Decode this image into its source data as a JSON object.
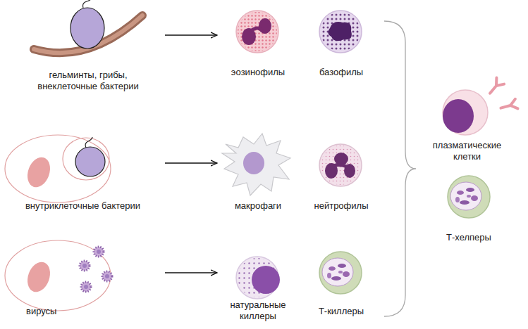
{
  "diagram": {
    "nodes": [
      {
        "text": [
          "гельминты, грибы, внеклеточные бактерии"
        ]
      },
      {
        "text": [
          "эозинофилы"
        ]
      },
      {
        "text": [
          "базофилы"
        ]
      },
      {
        "text": [
          "плазматические клетки"
        ]
      },
      {
        "text": [
          "внутриклеточные бактерии"
        ]
      },
      {
        "text": [
          "макрофаги"
        ]
      },
      {
        "text": [
          "нейтрофилы"
        ]
      },
      {
        "text": [
          "Т-хелперы"
        ]
      },
      {
        "text": [
          "вирусы"
        ]
      },
      {
        "text": [
          "натуральные киллеры"
        ]
      },
      {
        "text": [
          "Т-киллеры"
        ]
      }
    ],
    "edges": [
      {
        "from": 0,
        "to": 1,
        "arrow": "to"
      },
      {
        "from": 4,
        "to": 5,
        "arrow": "to"
      },
      {
        "from": 8,
        "to": 9,
        "arrow": "to"
      }
    ]
  }
}
